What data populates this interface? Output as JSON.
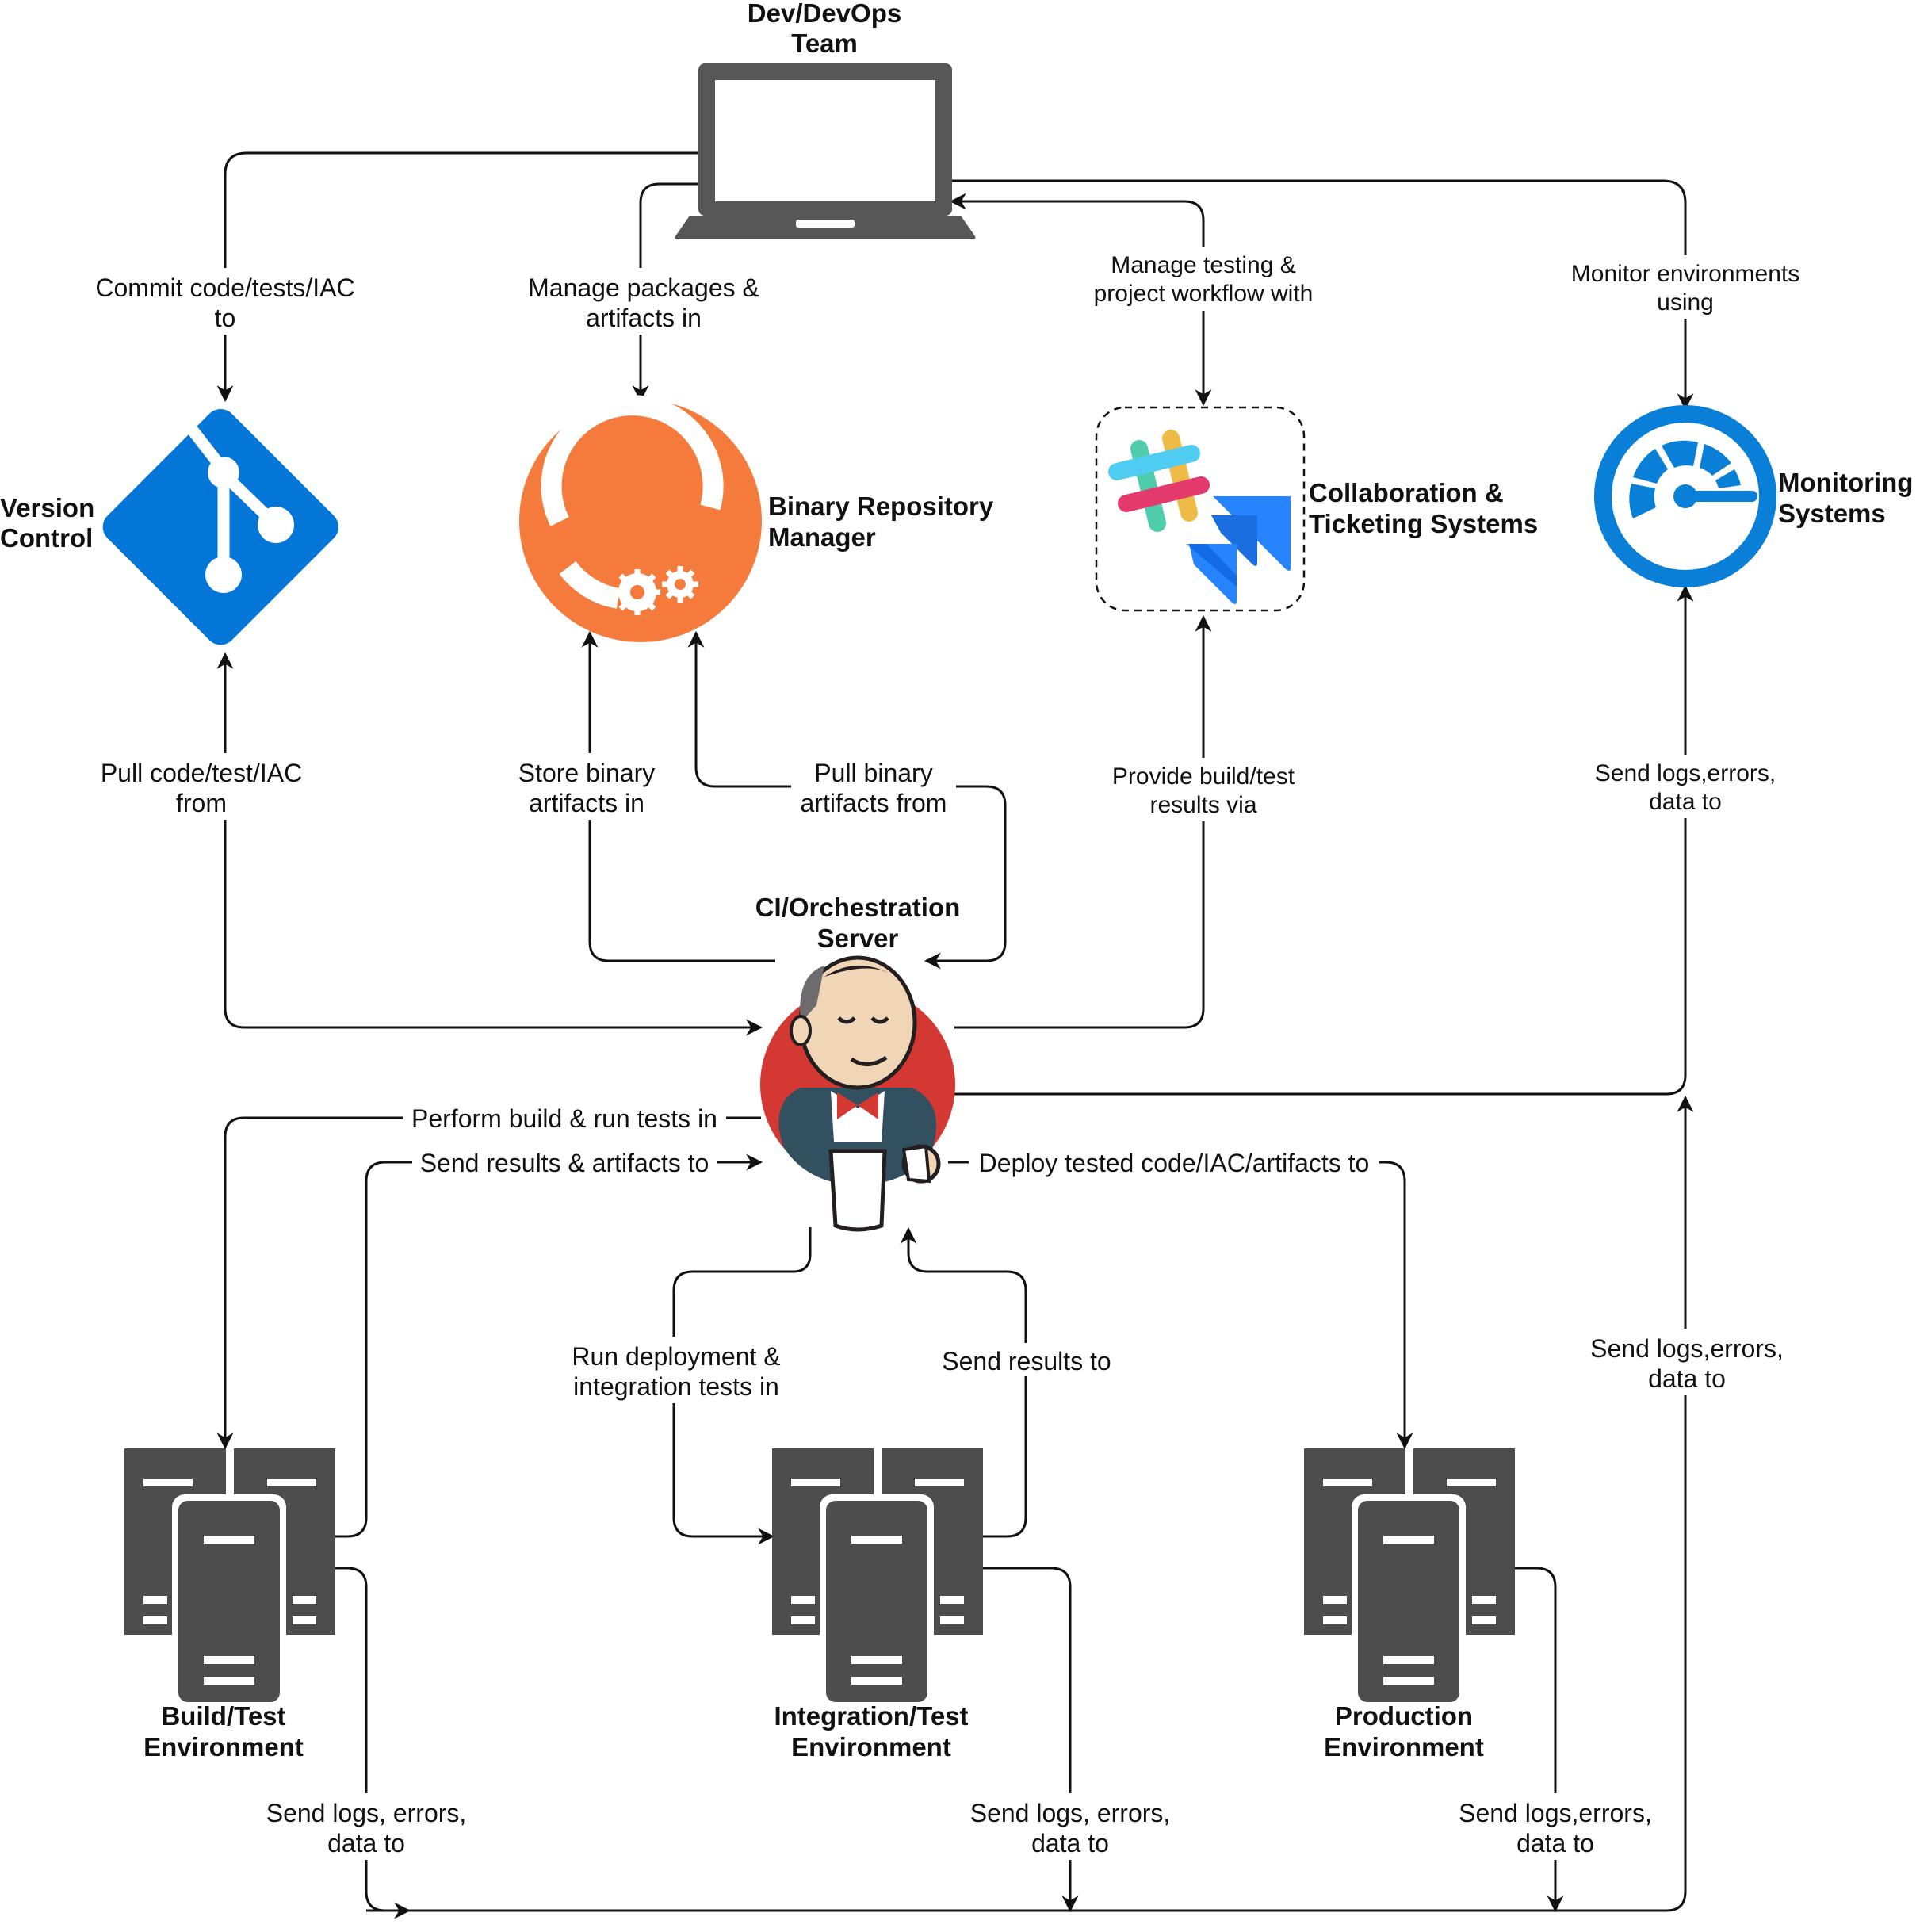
{
  "nodes": {
    "team": {
      "line1": "Dev/DevOps",
      "line2": "Team"
    },
    "version_control": {
      "line1": "Version",
      "line2": "Control"
    },
    "binary_repo": {
      "line1": "Binary Repository",
      "line2": "Manager"
    },
    "collaboration": {
      "line1": "Collaboration &",
      "line2": "Ticketing Systems"
    },
    "monitoring": {
      "line1": "Monitoring",
      "line2": "Systems"
    },
    "ci_server": {
      "line1": "CI/Orchestration",
      "line2": "Server"
    },
    "build_env": {
      "line1": "Build/Test",
      "line2": "Environment"
    },
    "integration_env": {
      "line1": "Integration/Test",
      "line2": "Environment"
    },
    "production_env": {
      "line1": "Production",
      "line2": "Environment"
    }
  },
  "edges": {
    "commit": {
      "line1": "Commit code/tests/IAC",
      "line2": "to"
    },
    "manage_packages": {
      "line1": "Manage packages &",
      "line2": "artifacts in"
    },
    "manage_testing": {
      "line1": "Manage testing &",
      "line2": "project workflow with"
    },
    "monitor_envs": {
      "line1": "Monitor environments",
      "line2": "using"
    },
    "pull_code": {
      "line1": "Pull code/test/IAC",
      "line2": "from"
    },
    "store_binary": {
      "line1": "Store binary",
      "line2": "artifacts in"
    },
    "pull_binary": {
      "line1": "Pull binary",
      "line2": "artifacts from"
    },
    "provide_results": {
      "line1": "Provide build/test",
      "line2": "results via"
    },
    "send_logs_monitor": {
      "line1": "Send logs,errors,",
      "line2": "data to"
    },
    "perform_build": {
      "line1": "Perform build & run tests in"
    },
    "send_results_artifacts": {
      "line1": "Send results & artifacts to"
    },
    "deploy_tested": {
      "line1": "Deploy tested code/IAC/artifacts to"
    },
    "run_deployment": {
      "line1": "Run deployment &",
      "line2": "integration tests in"
    },
    "send_results": {
      "line1": "Send results to"
    },
    "send_logs_bus": {
      "line1": "Send logs,errors,",
      "line2": "data to"
    },
    "send_logs_build": {
      "line1": "Send logs, errors,",
      "line2": "data to"
    },
    "send_logs_integration": {
      "line1": "Send logs, errors,",
      "line2": "data to"
    },
    "send_logs_production": {
      "line1": "Send logs,errors,",
      "line2": "data to"
    }
  },
  "colors": {
    "git_blue": "#0476d8",
    "artifactory_orange": "#f47b3c",
    "monitor_blue": "#0a7fd8",
    "server_gray": "#4d4d4d",
    "laptop_gray": "#575757",
    "jenkins_red": "#d33833"
  },
  "icons": {
    "team": "laptop-icon",
    "version_control": "git-icon",
    "binary_repo": "artifactory-icon",
    "collaboration": "slack-jira-icon",
    "monitoring": "gauge-icon",
    "ci_server": "jenkins-icon",
    "servers": "server-rack-icon"
  }
}
